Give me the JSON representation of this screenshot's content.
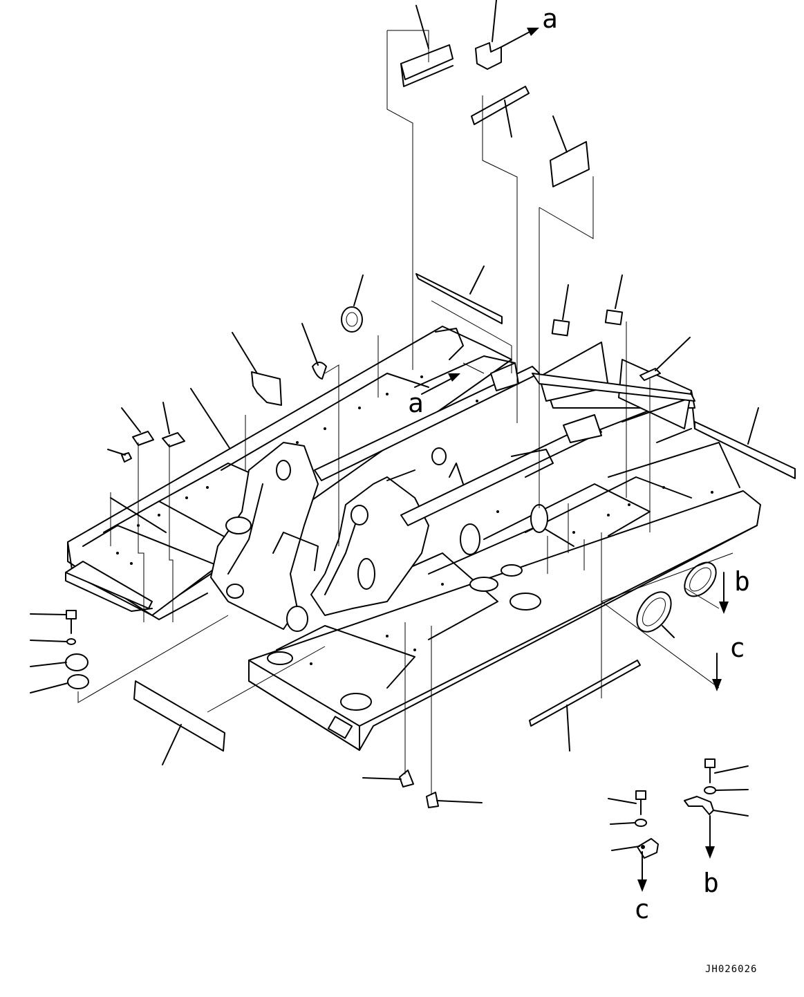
{
  "drawing": {
    "code": "JH026026",
    "view_labels": {
      "a_top": "a",
      "a_frame": "a",
      "b_frame": "b",
      "b_detail": "b",
      "c_frame": "c",
      "c_detail": "c"
    }
  }
}
